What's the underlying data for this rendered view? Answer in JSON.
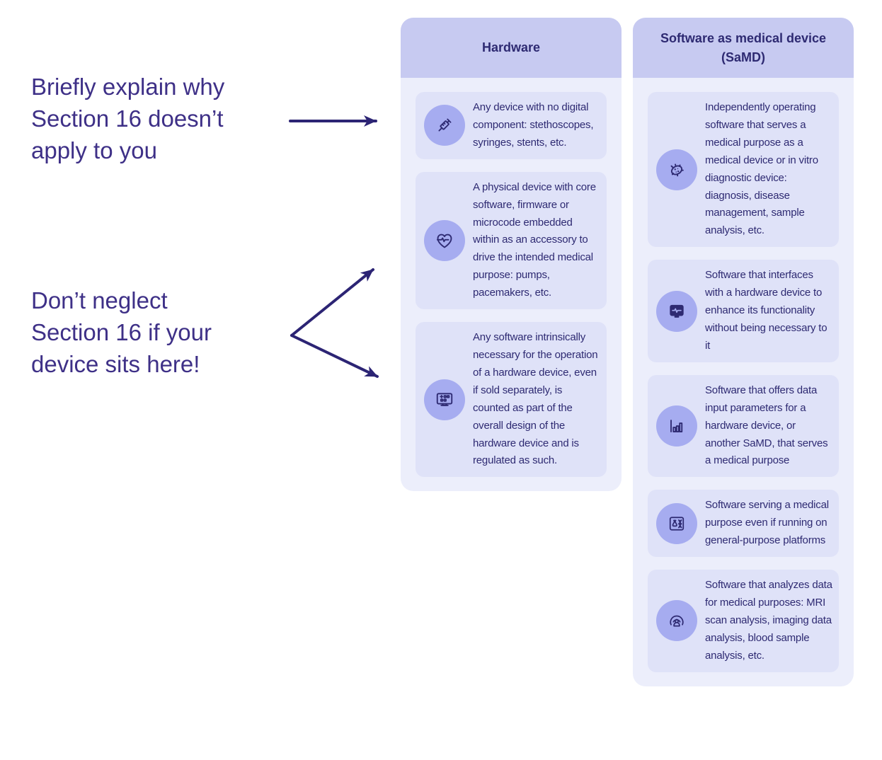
{
  "colors": {
    "page_bg": "#ffffff",
    "column_bg": "#eceefb",
    "header_bg": "#c7caf1",
    "card_bg": "#dfe2f8",
    "icon_circle_bg": "#a6acf0",
    "card_ink": "#2e2a72",
    "annotation_ink": "#3e3087",
    "arrow": "#2c2474"
  },
  "annotations": [
    {
      "text": "Briefly explain why Section 16 doesn’t apply to you",
      "lines": [
        "Briefly explain why",
        "Section 16 doesn’t",
        "apply to you"
      ]
    },
    {
      "text": "Don’t neglect Section 16 if your device sits here!",
      "lines": [
        "Don’t neglect",
        "Section 16 if your",
        "device sits here!"
      ]
    }
  ],
  "columns": [
    {
      "header": "Hardware",
      "cards": [
        {
          "icon": "syringe-icon",
          "text": "Any device with no digital component: stethoscopes, syringes, stents, etc."
        },
        {
          "icon": "heart-pulse-icon",
          "text": "A physical device with core software, firmware or microcode embedded within as an accessory to drive the intended medical purpose: pumps, pacemakers, etc."
        },
        {
          "icon": "embedded-software-monitor-icon",
          "text": "Any software intrinsically necessary for the operation of a hardware device, even if sold separately, is counted as part of the overall design of the hardware device and is regulated as such."
        }
      ]
    },
    {
      "header": "Software as medical device (SaMD)",
      "cards": [
        {
          "icon": "bacteria-icon",
          "text": "Independently operating software that serves a medical purpose as a medical device or in vitro diagnostic device: diagnosis, disease management, sample analysis, etc."
        },
        {
          "icon": "monitor-pulse-icon",
          "text": "Software that interfaces with a hardware device to enhance its functionality without being necessary to it"
        },
        {
          "icon": "bar-chart-icon",
          "text": "Software that offers data input parameters for a hardware device, or another SaMD, that serves a medical purpose"
        },
        {
          "icon": "flask-dna-icon",
          "text": "Software serving a medical purpose even if running on general-purpose platforms"
        },
        {
          "icon": "mri-scan-icon",
          "text": "Software that analyzes data for medical purposes: MRI scan analysis, imaging data analysis, blood sample analysis, etc."
        }
      ]
    }
  ]
}
